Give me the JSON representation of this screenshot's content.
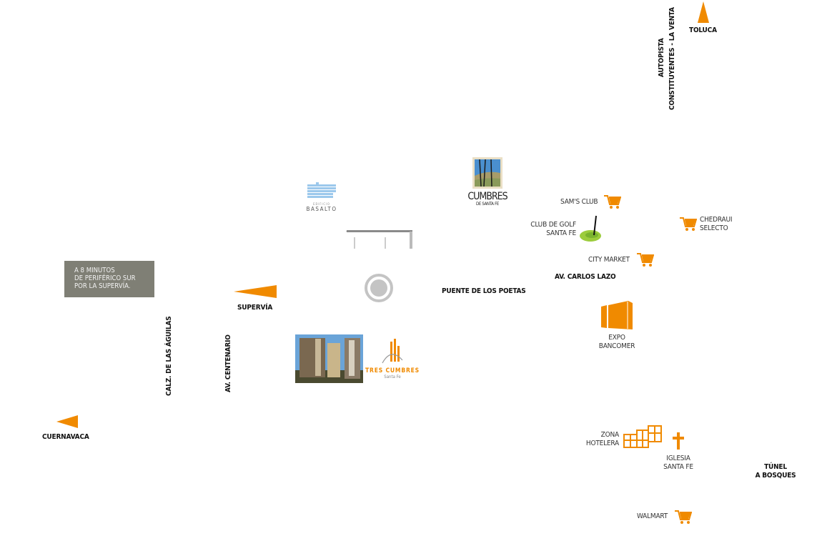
{
  "colors": {
    "accent": "#f08a00",
    "grey": "#7f7f75",
    "golf": "#8cc63f"
  },
  "roads": {
    "toluca": "TOLUCA",
    "autopista_1": "AUTOPISTA",
    "autopista_2": "CONSTITUYENTES - LA VENTA",
    "superviа": "SUPERVÍA",
    "calz_aguilas": "CALZ. DE LAS ÁGUILAS",
    "av_centenario": "AV. CENTENARIO",
    "cuernavaca": "CUERNAVACA",
    "puente_poetas": "PUENTE DE LOS POETAS",
    "carlos_lazo": "AV. CARLOS LAZO",
    "tunel_1": "TÚNEL",
    "tunel_2": "A BOSQUES"
  },
  "infobox": {
    "line1": "A 8 MINUTOS",
    "line2": "DE PERIFÉRICO SUR",
    "line3": "POR LA SUPERVÍA."
  },
  "pois": {
    "sams": "SAM'S CLUB",
    "chedraui_1": "CHEDRAUI",
    "chedraui_2": "SELECTO",
    "golf_1": "CLUB DE GOLF",
    "golf_2": "SANTA FE",
    "city_market": "CITY MARKET",
    "expo_1": "EXPO",
    "expo_2": "BANCOMER",
    "zona_1": "ZONA",
    "zona_2": "HOTELERA",
    "iglesia_1": "IGLESIA",
    "iglesia_2": "SANTA FE",
    "walmart": "WALMART"
  },
  "logos": {
    "basalto_small": "EDIFICIO",
    "basalto": "BASALTO",
    "cumbres": "CUMBRES",
    "cumbres_sub": "DE SANTA FE",
    "tres_cumbres": "TRES CUMBRES",
    "tres_cumbres_sub": "Santa Fe"
  }
}
